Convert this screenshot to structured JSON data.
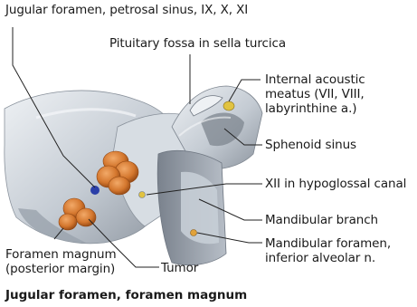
{
  "figure": {
    "caption": "Jugular foramen, foramen magnum",
    "labels": {
      "jugular_foramen": "Jugular foramen, petrosal sinus, IX, X, XI",
      "pituitary_fossa": "Pituitary fossa in sella turcica",
      "internal_acoustic": "Internal acoustic\nmeatus (VII, VIII,\nlabyrinthine a.)",
      "sphenoid_sinus": "Sphenoid sinus",
      "hypoglossal": "XII in hypoglossal canal",
      "mandibular_branch": "Mandibular branch",
      "mandibular_foramen": "Mandibular foramen,\ninferior alveolar n.",
      "foramen_magnum": "Foramen magnum\n(posterior margin)",
      "tumor": "Tumor"
    },
    "colors": {
      "bone_light": "#e4e9ee",
      "bone_mid": "#b9c1ca",
      "bone_dark": "#6f7782",
      "tumor": "#d4772e",
      "tumor_dark": "#9a4a14",
      "nerve": "#e1c341",
      "vessel": "#2b3fa8",
      "leader": "#222222"
    }
  }
}
